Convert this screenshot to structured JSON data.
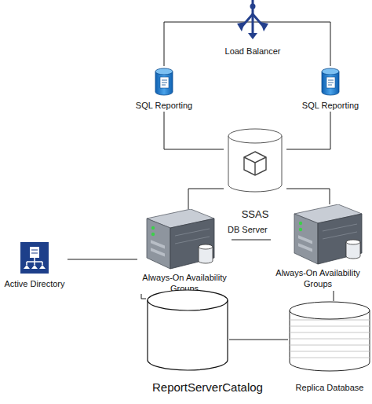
{
  "diagram": {
    "nodes": [
      {
        "text": [
          "Load Balancer"
        ]
      },
      {
        "text": [
          "SQL Reporting"
        ]
      },
      {
        "text": [
          "SQL Reporting"
        ]
      },
      {
        "text": [
          "SSAS"
        ]
      },
      {
        "text": [
          "Always-On Availability Groups"
        ]
      },
      {
        "text": [
          "Always-On Availability Groups"
        ]
      },
      {
        "text": [
          "Active Directory"
        ]
      },
      {
        "text": [
          "ReportServerCatalog"
        ]
      },
      {
        "text": [
          "Replica Database"
        ]
      }
    ],
    "edges": [
      {
        "from": 0,
        "to": 1,
        "arrow": "none"
      },
      {
        "from": 0,
        "to": 2,
        "arrow": "none"
      },
      {
        "from": 1,
        "to": 3,
        "arrow": "none"
      },
      {
        "from": 2,
        "to": 3,
        "arrow": "none"
      },
      {
        "from": 3,
        "to": 4,
        "arrow": "none"
      },
      {
        "from": 3,
        "to": 5,
        "arrow": "none"
      },
      {
        "from": 4,
        "to": 5,
        "arrow": "none"
      },
      {
        "from": 6,
        "to": 4,
        "arrow": "none"
      },
      {
        "from": 4,
        "to": 7,
        "arrow": "none"
      },
      {
        "from": 7,
        "to": 8,
        "arrow": "none"
      },
      {
        "from": 5,
        "to": 8,
        "arrow": "none"
      }
    ],
    "labels": [
      "DB Server"
    ]
  }
}
